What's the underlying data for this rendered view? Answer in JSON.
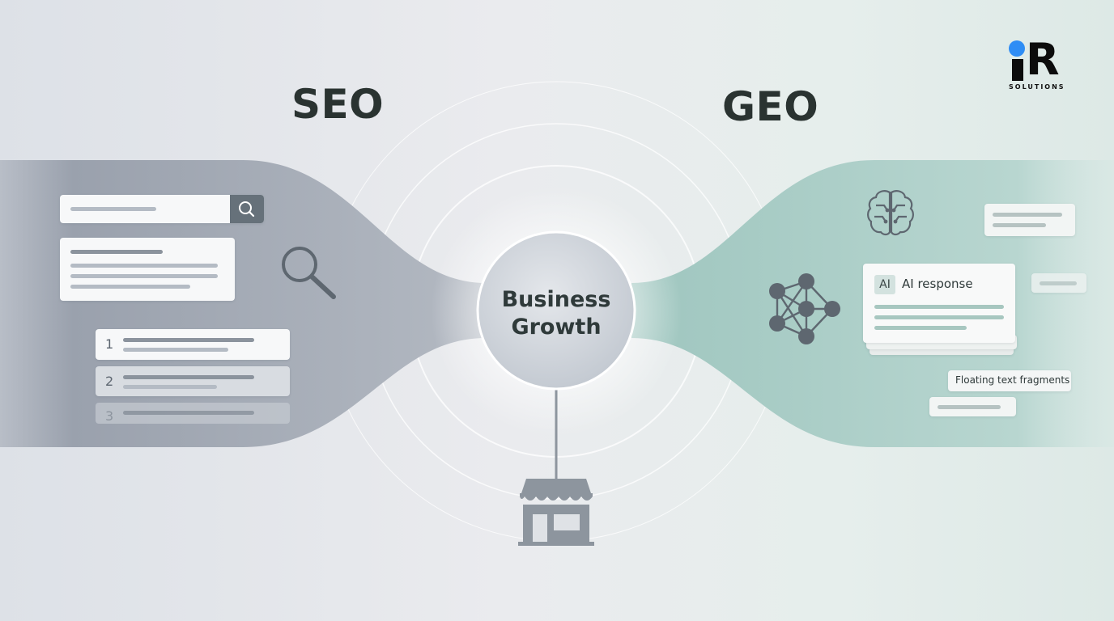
{
  "logo": {
    "mark": "R",
    "subtitle": "SOLUTIONS",
    "dot_color": "#2f8df5"
  },
  "left_panel": {
    "title": "SEO",
    "search_icon": "search-icon",
    "magnifier_icon": "magnifier-icon",
    "results": [
      {
        "rank": "1"
      },
      {
        "rank": "2"
      },
      {
        "rank": "3"
      }
    ],
    "color": "#9ea5b0"
  },
  "center": {
    "line1": "Business",
    "line2": "Growth",
    "store_icon": "storefront-icon"
  },
  "right_panel": {
    "title": "GEO",
    "brain_icon": "brain-icon",
    "network_icon": "neural-network-icon",
    "ai_badge": "AI",
    "ai_title": "AI response",
    "fragment_label": "Floating text fragments",
    "color": "#a6cbc4"
  }
}
